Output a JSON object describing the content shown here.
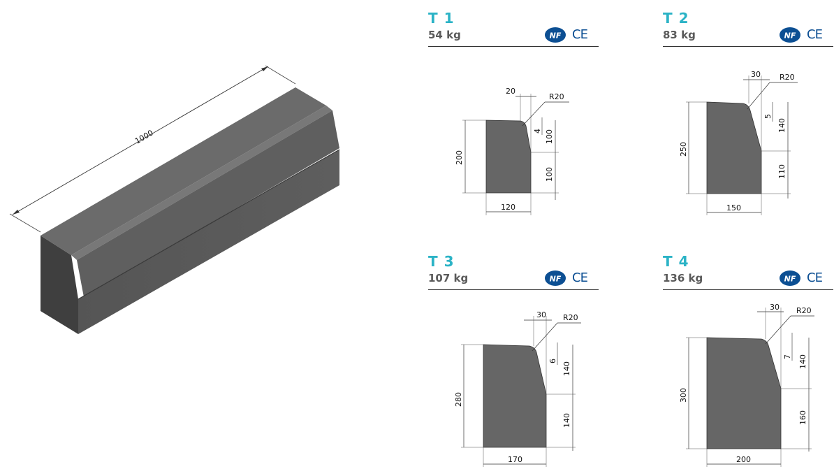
{
  "overview": {
    "length_label": "1000"
  },
  "certification": {
    "nf": "NF",
    "ce": "CE"
  },
  "colors": {
    "accent": "#2bb3c6",
    "nf_blue": "#0c4f93",
    "concrete": "#666666"
  },
  "profiles": [
    {
      "code": "T 1",
      "weight": "54 kg",
      "dims": {
        "top": "20",
        "radius": "R20",
        "chamfer": "4",
        "upper": "100",
        "lower": "100",
        "height": "200",
        "base": "120"
      }
    },
    {
      "code": "T 2",
      "weight": "83 kg",
      "dims": {
        "top": "30",
        "radius": "R20",
        "chamfer": "5",
        "upper": "140",
        "lower": "110",
        "height": "250",
        "base": "150"
      }
    },
    {
      "code": "T 3",
      "weight": "107 kg",
      "dims": {
        "top": "30",
        "radius": "R20",
        "chamfer": "6",
        "upper": "140",
        "lower": "140",
        "height": "280",
        "base": "170"
      }
    },
    {
      "code": "T 4",
      "weight": "136 kg",
      "dims": {
        "top": "30",
        "radius": "R20",
        "chamfer": "7",
        "upper": "140",
        "lower": "160",
        "height": "300",
        "base": "200"
      }
    }
  ]
}
